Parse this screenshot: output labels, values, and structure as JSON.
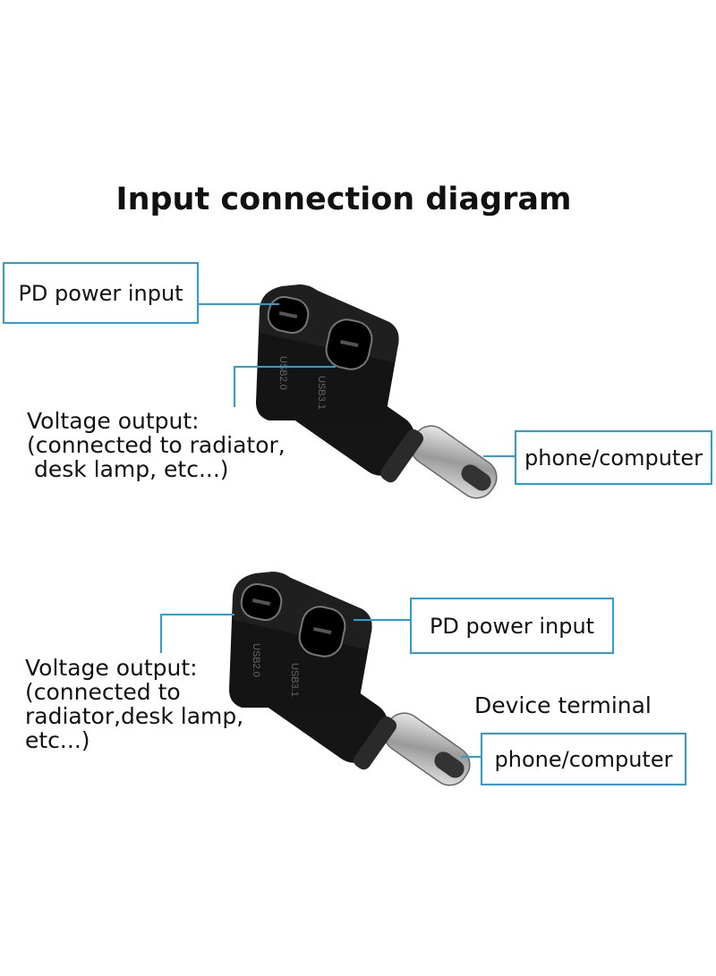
{
  "title": "Input connection diagram",
  "diagram_top": {
    "pd_label": "PD power input",
    "voltage_label": [
      "Voltage output:",
      "(connected to radiator,",
      " desk lamp, etc...)"
    ],
    "device_label": "phone/computer",
    "port_labels": [
      "USB2.0",
      "USB3.1"
    ]
  },
  "diagram_bottom": {
    "pd_label": "PD power input",
    "voltage_label": [
      "Voltage output:",
      "(connected to",
      "radiator,desk lamp,",
      "etc...)"
    ],
    "device_terminal_label": "Device terminal",
    "device_label": "phone/computer",
    "port_labels": [
      "USB2.0",
      "USB3.1"
    ]
  },
  "colors": {
    "callout": "#2a9fd6",
    "adapter": "#111111",
    "plug": "#c8c8c8"
  }
}
